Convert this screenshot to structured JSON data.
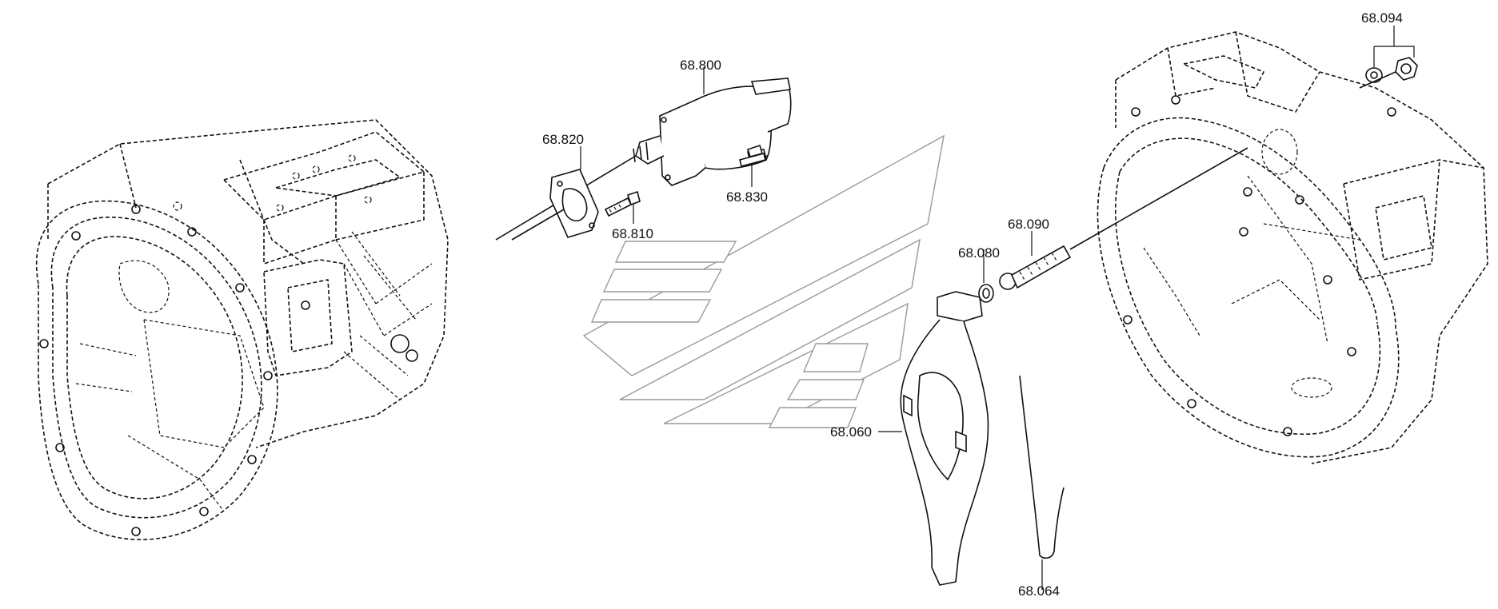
{
  "labels": {
    "p68_800": "68.800",
    "p68_820": "68.820",
    "p68_810": "68.810",
    "p68_830": "68.830",
    "p68_094": "68.094",
    "p68_090": "68.090",
    "p68_080": "68.080",
    "p68_060": "68.060",
    "p68_064": "68.064"
  }
}
